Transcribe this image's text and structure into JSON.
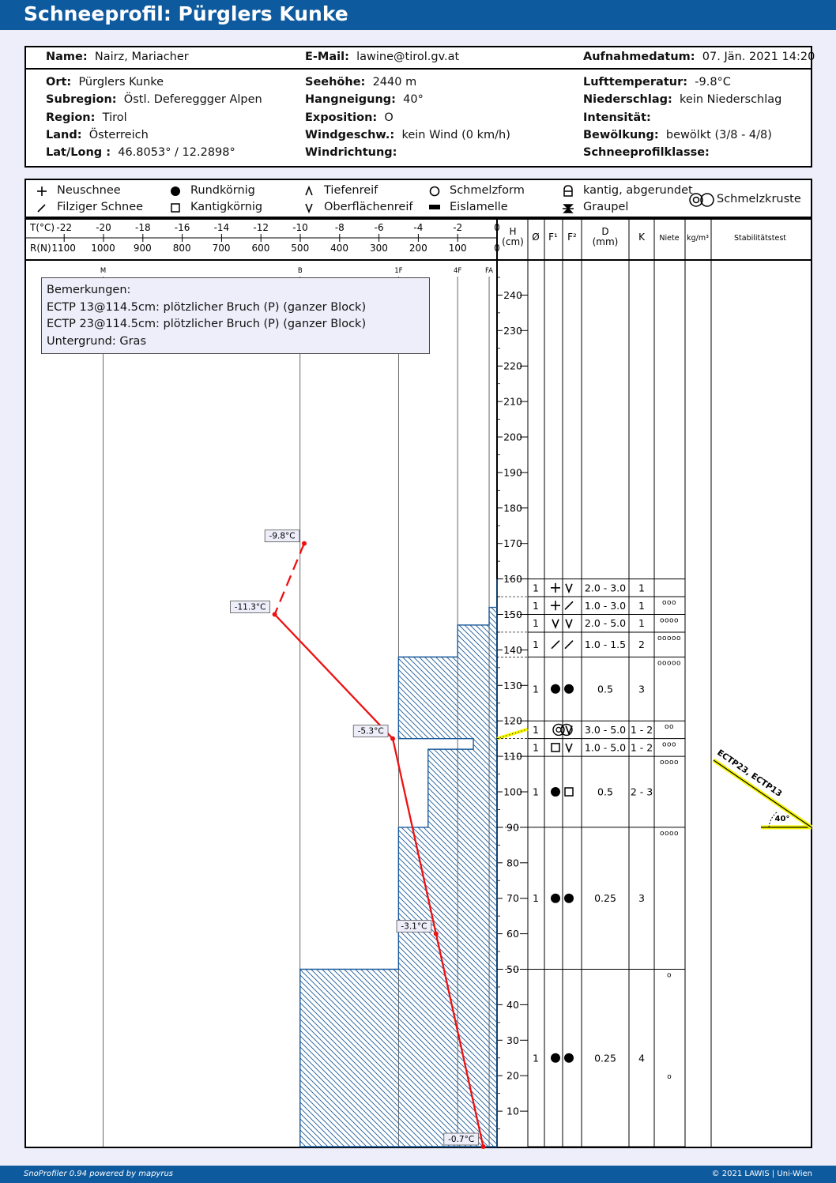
{
  "page_title": "Schneeprofil: Pürglers Kunke",
  "header": {
    "name_label": "Name:",
    "name": "Nairz, Mariacher",
    "email_label": "E-Mail:",
    "email": "lawine@tirol.gv.at",
    "date_label": "Aufnahmedatum:",
    "date": "07. Jän. 2021 14:20"
  },
  "fields": {
    "ort_label": "Ort:",
    "ort": "Pürglers Kunke",
    "subregion_label": "Subregion:",
    "subregion": "Östl. Defereggger Alpen",
    "region_label": "Region:",
    "region": "Tirol",
    "land_label": "Land:",
    "land": "Österreich",
    "latlong_label": "Lat/Long :",
    "latlong": "46.8053° / 12.2898°",
    "seehoehe_label": "Seehöhe:",
    "seehoehe": "2440 m",
    "hangneigung_label": "Hangneigung:",
    "hangneigung": "40°",
    "exposition_label": "Exposition:",
    "exposition": "O",
    "windgeschw_label": "Windgeschw.:",
    "windgeschw": "kein Wind (0 km/h)",
    "windrichtung_label": "Windrichtung:",
    "lufttemperatur_label": "Lufttemperatur:",
    "lufttemperatur": "-9.8°C",
    "niederschlag_label": "Niederschlag:",
    "niederschlag": "kein Niederschlag",
    "intensitaet_label": "Intensität:",
    "bewoelkung_label": "Bewölkung:",
    "bewoelkung": "bewölkt (3/8 - 4/8)",
    "schneeprofilklasse_label": "Schneeprofilklasse:"
  },
  "legend": {
    "neuschnee": "Neuschnee",
    "filziger": "Filziger Schnee",
    "rundkoernig": "Rundkörnig",
    "kantigkoernig": "Kantigkörnig",
    "tiefenreif": "Tiefenreif",
    "oberflaechenreif": "Oberflächenreif",
    "schmelzform": "Schmelzform",
    "eislamelle": "Eislamelle",
    "kantig_abgerundet": "kantig, abgerundet",
    "graupel": "Graupel",
    "schmelzkruste": "Schmelzkruste"
  },
  "columns": {
    "t_axis_label": "T(°C)",
    "r_axis_label": "R(N)",
    "h": "H",
    "h_unit": "(cm)",
    "diameter": "Ø",
    "f1": "F¹",
    "f2": "F²",
    "d": "D",
    "d_unit": "(mm)",
    "k": "K",
    "niete": "Niete",
    "density": "kg/m³",
    "stability": "Stabilitätstest"
  },
  "hardness_labels": [
    "M",
    "B",
    "1F",
    "4F",
    "FA"
  ],
  "remarks": {
    "title": "Bemerkungen:",
    "lines": [
      "ECTP 13@114.5cm: plötzlicher Bruch (P) (ganzer Block)",
      "ECTP 23@114.5cm: plötzlicher Bruch (P) (ganzer Block)",
      "Untergrund: Gras"
    ]
  },
  "stability_test": {
    "label": "ECTP23, ECTP13",
    "angle": "40°"
  },
  "footer": {
    "left": "SnoProfiler 0.94 powered by mapyrus",
    "right": "© 2021 LAWIS | Uni-Wien"
  },
  "colors": {
    "header_blue": "#0e5a9e",
    "temperature_red": "#ee1111",
    "hatch_blue": "#1a5a9a",
    "weak_layer_yellow": "#f5f500"
  },
  "chart_data": {
    "type": "line",
    "temperature_axis": {
      "label": "T(°C)",
      "ticks": [
        -22,
        -20,
        -18,
        -16,
        -14,
        -12,
        -10,
        -8,
        -6,
        -4,
        -2,
        0
      ]
    },
    "resistance_axis": {
      "label": "R(N)",
      "ticks": [
        1100,
        1000,
        900,
        800,
        700,
        600,
        500,
        400,
        300,
        200,
        100,
        0
      ]
    },
    "height_axis": {
      "label": "H (cm)",
      "ticks": [
        10,
        20,
        30,
        40,
        50,
        60,
        70,
        80,
        90,
        100,
        110,
        120,
        130,
        140,
        150,
        160,
        170,
        180,
        190,
        200,
        210,
        220,
        230,
        240
      ],
      "ylim": [
        0,
        250
      ]
    },
    "temperature_profile": [
      {
        "h": 170,
        "t": -9.8,
        "label": "-9.8°C"
      },
      {
        "h": 150,
        "t": -11.3,
        "label": "-11.3°C"
      },
      {
        "h": 115,
        "t": -5.3,
        "label": "-5.3°C"
      },
      {
        "h": 60,
        "t": -3.1,
        "label": "-3.1°C"
      },
      {
        "h": 0,
        "t": -0.7,
        "label": "-0.7°C"
      }
    ],
    "hand_hardness_profile": [
      {
        "from": 0,
        "to": 50,
        "r": 500
      },
      {
        "from": 50,
        "to": 90,
        "r": 250
      },
      {
        "from": 90,
        "to": 112,
        "r": 175
      },
      {
        "from": 112,
        "to": 115,
        "r": 60
      },
      {
        "from": 115,
        "to": 138,
        "r": 250
      },
      {
        "from": 138,
        "to": 142,
        "r": 100
      },
      {
        "from": 142,
        "to": 147,
        "r": 100
      },
      {
        "from": 147,
        "to": 152,
        "r": 20
      },
      {
        "from": 152,
        "to": 160,
        "r": 0
      }
    ],
    "weak_layer_height": 115
  },
  "layers": [
    {
      "top": 160,
      "bottom": 155,
      "theta": "1",
      "f1": "neuschnee",
      "f2": "oberflaechenreif",
      "d": "2.0 - 3.0",
      "k": "1",
      "niete": ""
    },
    {
      "top": 155,
      "bottom": 150,
      "theta": "1",
      "f1": "neuschnee",
      "f2": "filziger",
      "d": "1.0 - 3.0",
      "k": "1",
      "niete": "ooo"
    },
    {
      "top": 150,
      "bottom": 145,
      "theta": "1",
      "f1": "oberflaechenreif",
      "f2": "oberflaechenreif",
      "d": "2.0 - 5.0",
      "k": "1",
      "niete": "oooo"
    },
    {
      "top": 145,
      "bottom": 138,
      "theta": "1",
      "f1": "filziger",
      "f2": "filziger",
      "d": "1.0 - 1.5",
      "k": "2",
      "niete": "ooooo"
    },
    {
      "top": 138,
      "bottom": 120,
      "theta": "1",
      "f1": "rundkoernig",
      "f2": "rundkoernig",
      "d": "0.5",
      "k": "3",
      "niete": "ooooo"
    },
    {
      "top": 120,
      "bottom": 115,
      "theta": "1",
      "f1": "schmelzkruste",
      "f2": "oberflaechenreif",
      "d": "3.0 - 5.0",
      "k": "1 - 2",
      "niete": "oo"
    },
    {
      "top": 115,
      "bottom": 110,
      "theta": "1",
      "f1": "kantigkoernig",
      "f2": "oberflaechenreif",
      "d": "1.0 - 5.0",
      "k": "1 - 2",
      "niete": "ooo"
    },
    {
      "top": 110,
      "bottom": 90,
      "theta": "1",
      "f1": "rundkoernig",
      "f2": "kantigkoernig",
      "d": "0.5",
      "k": "2 - 3",
      "niete": "oooo"
    },
    {
      "top": 90,
      "bottom": 50,
      "theta": "1",
      "f1": "rundkoernig",
      "f2": "rundkoernig",
      "d": "0.25",
      "k": "3",
      "niete": "oooo"
    },
    {
      "top": 50,
      "bottom": 0,
      "theta": "1",
      "f1": "rundkoernig",
      "f2": "rundkoernig",
      "d": "0.25",
      "k": "4",
      "niete": "o"
    }
  ],
  "niete_extra": "o"
}
